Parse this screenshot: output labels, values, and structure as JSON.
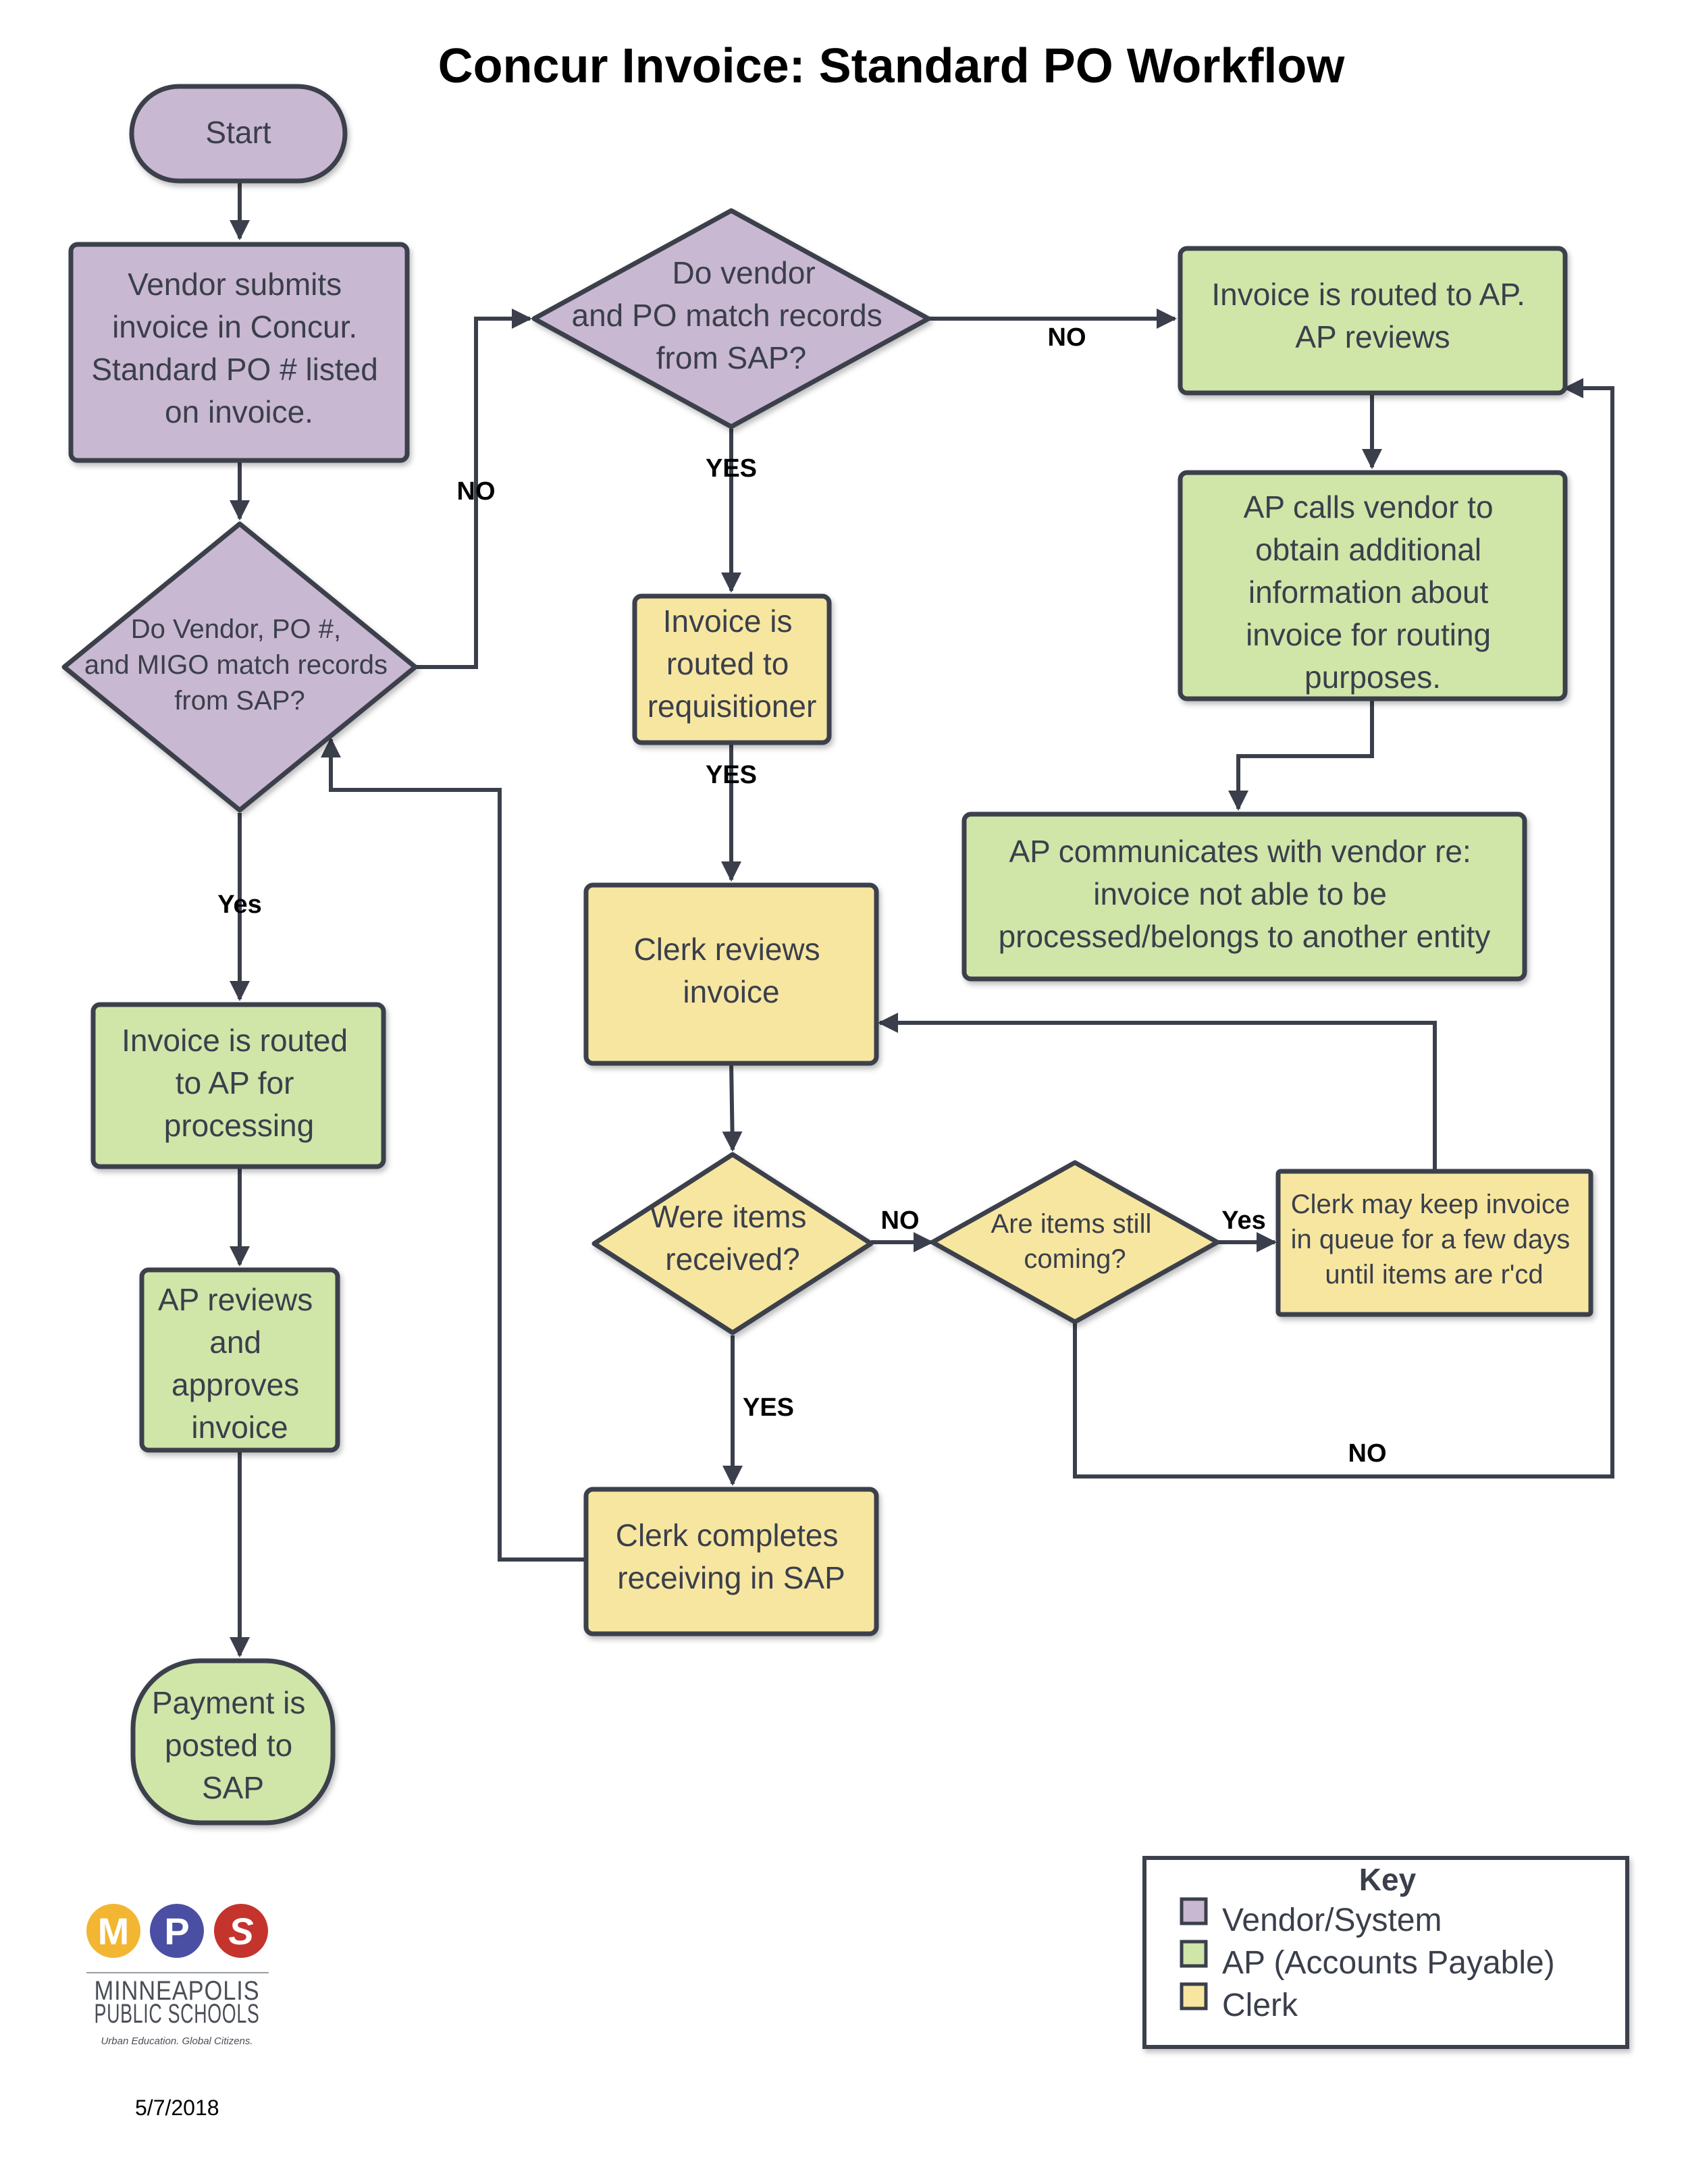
{
  "title": "Concur Invoice: Standard PO Workflow",
  "colors": {
    "vendor": "#c9b8d1",
    "ap": "#d0e5a8",
    "clerk": "#f7e6a0",
    "stroke": "#3a3f4b"
  },
  "nodes": {
    "start": {
      "label": [
        "Start"
      ],
      "role": "vendor"
    },
    "vendor_submits": {
      "label": [
        "Vendor submits",
        "invoice in Concur.",
        "Standard PO # listed",
        "on invoice."
      ],
      "role": "vendor"
    },
    "decision_vendor_po_migo": {
      "label": [
        "Do Vendor, PO #,",
        "and MIGO match records",
        "from SAP?"
      ],
      "role": "vendor"
    },
    "decision_vendor_po": {
      "label": [
        "Do vendor",
        "and PO match records",
        "from SAP?"
      ],
      "role": "vendor"
    },
    "routed_to_ap_reviews": {
      "label": [
        "Invoice is routed to AP.",
        "AP reviews"
      ],
      "role": "ap"
    },
    "ap_calls_vendor": {
      "label": [
        "AP calls vendor to",
        "obtain additional",
        "information about",
        "invoice for routing",
        "purposes."
      ],
      "role": "ap"
    },
    "ap_communicates": {
      "label": [
        "AP communicates with vendor re:",
        "invoice not able to be",
        "processed/belongs to another entity"
      ],
      "role": "ap"
    },
    "routed_to_requisitioner": {
      "label": [
        "Invoice is",
        "routed to",
        "requisitioner"
      ],
      "role": "clerk"
    },
    "clerk_reviews": {
      "label": [
        "Clerk reviews",
        "invoice"
      ],
      "role": "clerk"
    },
    "decision_items_received": {
      "label": [
        "Were items",
        "received?"
      ],
      "role": "clerk"
    },
    "decision_items_coming": {
      "label": [
        "Are items still",
        "coming?"
      ],
      "role": "clerk"
    },
    "clerk_keeps_invoice": {
      "label": [
        "Clerk may keep invoice",
        "in queue for a few days",
        "until items are r'cd"
      ],
      "role": "clerk"
    },
    "clerk_completes_receiving": {
      "label": [
        "Clerk completes",
        "receiving in SAP"
      ],
      "role": "clerk"
    },
    "routed_to_ap_processing": {
      "label": [
        "Invoice is routed",
        "to AP for",
        "processing"
      ],
      "role": "ap"
    },
    "ap_reviews_approves": {
      "label": [
        "AP reviews",
        "and",
        "approves",
        "invoice"
      ],
      "role": "ap"
    },
    "payment_posted": {
      "label": [
        "Payment is",
        "posted to",
        "SAP"
      ],
      "role": "ap"
    }
  },
  "edges": [
    {
      "from": "start",
      "to": "vendor_submits",
      "label": ""
    },
    {
      "from": "vendor_submits",
      "to": "decision_vendor_po_migo",
      "label": ""
    },
    {
      "from": "decision_vendor_po_migo",
      "to": "decision_vendor_po",
      "label": "NO"
    },
    {
      "from": "decision_vendor_po_migo",
      "to": "routed_to_ap_processing",
      "label": "Yes"
    },
    {
      "from": "decision_vendor_po",
      "to": "routed_to_ap_reviews",
      "label": "NO"
    },
    {
      "from": "decision_vendor_po",
      "to": "routed_to_requisitioner",
      "label": "YES"
    },
    {
      "from": "routed_to_ap_reviews",
      "to": "ap_calls_vendor",
      "label": ""
    },
    {
      "from": "ap_calls_vendor",
      "to": "ap_communicates",
      "label": ""
    },
    {
      "from": "routed_to_requisitioner",
      "to": "clerk_reviews",
      "label": "YES"
    },
    {
      "from": "clerk_reviews",
      "to": "decision_items_received",
      "label": ""
    },
    {
      "from": "decision_items_received",
      "to": "decision_items_coming",
      "label": "NO"
    },
    {
      "from": "decision_items_received",
      "to": "clerk_completes_receiving",
      "label": "YES"
    },
    {
      "from": "decision_items_coming",
      "to": "clerk_keeps_invoice",
      "label": "Yes"
    },
    {
      "from": "decision_items_coming",
      "to": "routed_to_ap_reviews",
      "label": "NO"
    },
    {
      "from": "clerk_keeps_invoice",
      "to": "clerk_reviews",
      "label": ""
    },
    {
      "from": "clerk_completes_receiving",
      "to": "decision_vendor_po_migo",
      "label": ""
    },
    {
      "from": "routed_to_ap_processing",
      "to": "ap_reviews_approves",
      "label": ""
    },
    {
      "from": "ap_reviews_approves",
      "to": "payment_posted",
      "label": ""
    }
  ],
  "key": {
    "title": "Key",
    "items": [
      {
        "label": "Vendor/System",
        "role": "vendor"
      },
      {
        "label": "AP (Accounts Payable)",
        "role": "ap"
      },
      {
        "label": "Clerk",
        "role": "clerk"
      }
    ]
  },
  "logo": {
    "letters": [
      "M",
      "P",
      "S"
    ],
    "colors": [
      "#f2b632",
      "#4a4fa3",
      "#c4342d"
    ],
    "name_line1": "MINNEAPOLIS",
    "name_line2": "PUBLIC SCHOOLS",
    "tagline": "Urban Education. Global Citizens."
  },
  "date": "5/7/2018"
}
